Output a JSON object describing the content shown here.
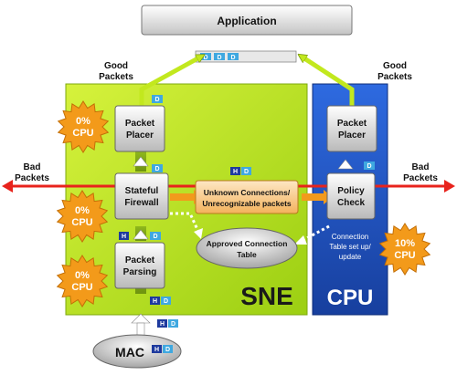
{
  "application": {
    "label": "Application"
  },
  "regions": {
    "sne": {
      "label": "SNE",
      "color": "#c2e81e"
    },
    "cpu": {
      "label": "CPU",
      "color": "#2456c9"
    }
  },
  "boxes": {
    "placer_sne": {
      "lines": [
        "Packet",
        "Placer"
      ]
    },
    "firewall": {
      "lines": [
        "Stateful",
        "Firewall"
      ]
    },
    "parsing": {
      "lines": [
        "Packet",
        "Parsing"
      ]
    },
    "unknown": {
      "lines": [
        "Unknown Connections/",
        "Unrecognizable packets"
      ]
    },
    "policy": {
      "lines": [
        "Policy",
        "Check"
      ]
    },
    "placer_cpu": {
      "lines": [
        "Packet",
        "Placer"
      ]
    }
  },
  "ovals": {
    "approved": {
      "lines": [
        "Approved Connection",
        "Table"
      ]
    },
    "mac": {
      "label": "MAC"
    }
  },
  "labels": {
    "good_left": [
      "Good",
      "Packets"
    ],
    "good_right": [
      "Good",
      "Packets"
    ],
    "bad_left": [
      "Bad",
      "Packets"
    ],
    "bad_right": [
      "Bad",
      "Packets"
    ],
    "conn_table": [
      "Connection",
      "Table set up/",
      "update"
    ]
  },
  "badges": {
    "cpu0_a": [
      "0%",
      "CPU"
    ],
    "cpu0_b": [
      "0%",
      "CPU"
    ],
    "cpu0_c": [
      "0%",
      "CPU"
    ],
    "cpu10": [
      "10%",
      "CPU"
    ]
  },
  "packet_tag_letters": {
    "h": "H",
    "d": "D"
  },
  "colors": {
    "arrow_green": "#c2e81e",
    "arrow_red": "#e8231c",
    "arrow_orange": "#f29a1c",
    "badge_orange": "#f39a1a",
    "tag_h": "#1e3a9e",
    "tag_d": "#3fa8e0"
  }
}
